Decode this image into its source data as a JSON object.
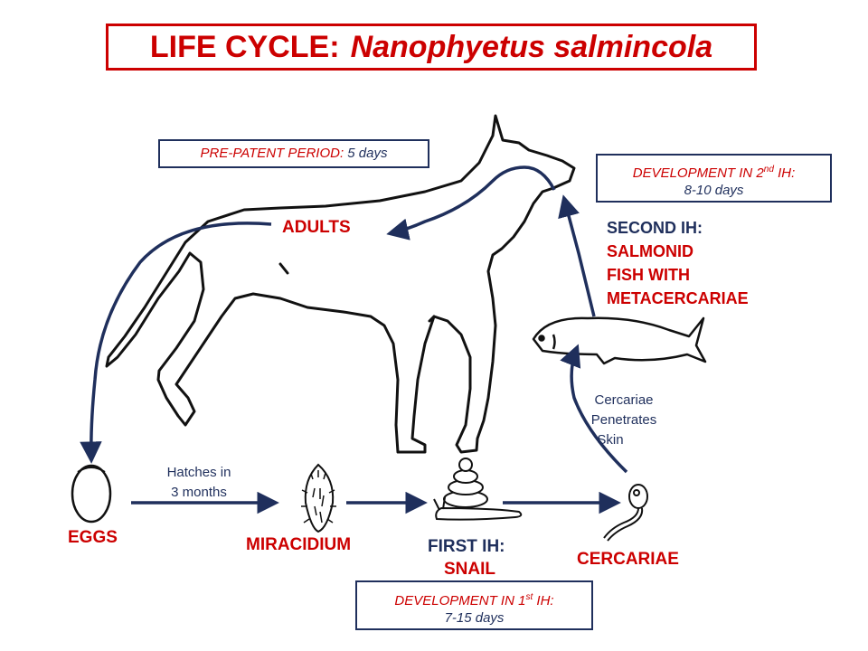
{
  "title": {
    "prefix": "LIFE CYCLE:",
    "species": "Nanophyetus salmincola"
  },
  "prepatent": {
    "label": "PRE-PATENT PERIOD:",
    "value": "5 days"
  },
  "dev_second": {
    "label_pre": "DEVELOPMENT IN 2",
    "sup": "nd",
    "label_post": " IH:",
    "value": "8-10 days"
  },
  "dev_first": {
    "label_pre": "DEVELOPMENT IN 1",
    "sup": "st",
    "label_post": " IH:",
    "value": "7-15 days"
  },
  "stages": {
    "adults": "ADULTS",
    "eggs": "EGGS",
    "miracidium": "MIRACIDIUM",
    "first_ih_title": "FIRST IH:",
    "first_ih_host": "SNAIL",
    "cercariae": "CERCARIAE",
    "second_ih_title": "SECOND IH:",
    "second_ih_line1": "SALMONID",
    "second_ih_line2": "FISH WITH",
    "second_ih_line3": "METACERCARIAE"
  },
  "notes": {
    "hatch_line1": "Hatches in",
    "hatch_line2": "3 months",
    "penetrate_line1": "Cercariae",
    "penetrate_line2": "Penetrates",
    "penetrate_line3": "Skin"
  },
  "colors": {
    "red": "#cc0000",
    "navy": "#1f2f5c"
  }
}
